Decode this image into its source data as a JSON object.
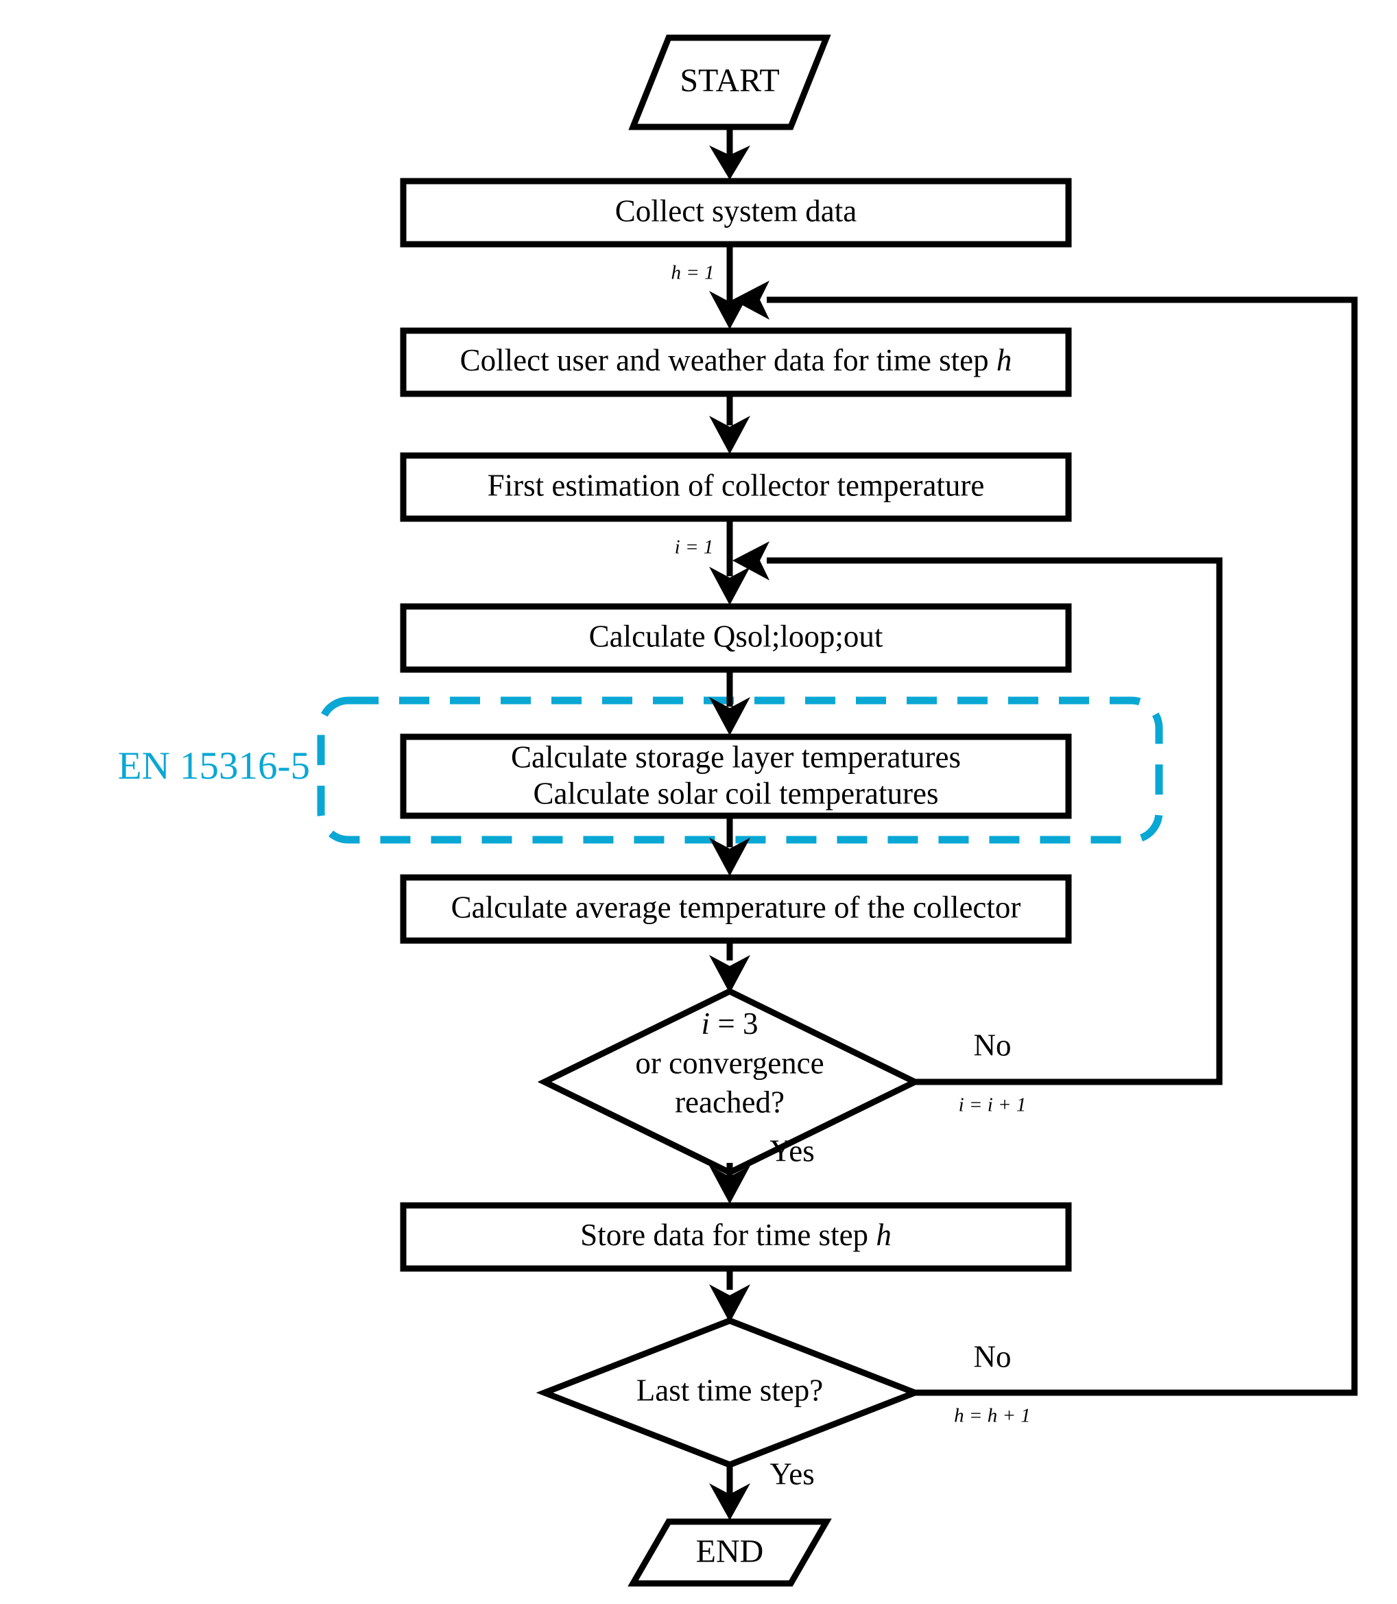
{
  "diagram": {
    "type": "flowchart",
    "title": "Solar thermal system simulation flowchart",
    "accent_color": "#09a7d4",
    "line_color": "#000000",
    "background": "#ffffff"
  },
  "group": {
    "label": "EN 15316-5",
    "style": "dashed-rounded-box",
    "color": "#09a7d4"
  },
  "nodes": {
    "start": {
      "label": "START",
      "shape": "parallelogram"
    },
    "collect_system": {
      "label": "Collect system data",
      "shape": "rectangle"
    },
    "collect_user": {
      "label_prefix": "Collect user and weather data for time step ",
      "label_var": "h",
      "shape": "rectangle"
    },
    "first_estimation": {
      "label": "First estimation of collector temperature",
      "shape": "rectangle"
    },
    "calc_qsol": {
      "label": "Calculate Qsol;loop;out",
      "shape": "rectangle"
    },
    "calc_storage": {
      "line1": "Calculate storage layer temperatures",
      "line2": "Calculate solar coil temperatures",
      "shape": "rectangle"
    },
    "calc_avg": {
      "label": "Calculate average temperature of the collector",
      "shape": "rectangle"
    },
    "decision_converge": {
      "line1_var": "i",
      "line1_rest": " = 3",
      "line2": "or convergence",
      "line3": "reached?",
      "shape": "diamond"
    },
    "store_data": {
      "label_prefix": "Store data for time step ",
      "label_var": "h",
      "shape": "rectangle"
    },
    "decision_last": {
      "label": "Last time step?",
      "shape": "diamond"
    },
    "end": {
      "label": "END",
      "shape": "parallelogram"
    }
  },
  "edge_labels": {
    "h_init": "h = 1",
    "i_init": "i = 1",
    "converge_no": "No",
    "converge_increment": "i = i + 1",
    "converge_yes": "Yes",
    "last_no": "No",
    "last_increment": "h = h + 1",
    "last_yes": "Yes"
  }
}
